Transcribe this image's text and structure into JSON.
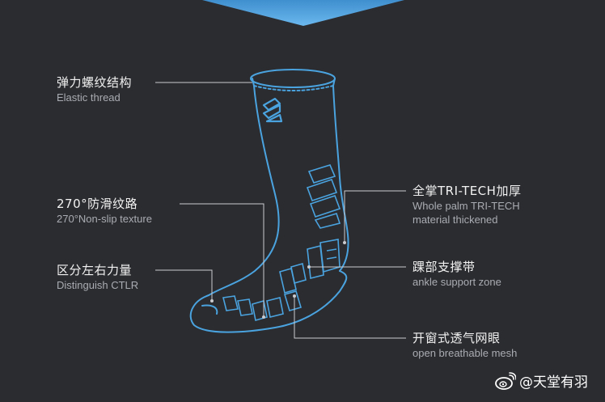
{
  "colors": {
    "background": "#2b2c30",
    "outline": "#4aa3df",
    "banner": "#5aaee6",
    "text_primary": "#f2f2f2",
    "text_secondary": "#a9acb2"
  },
  "labels": {
    "elastic": {
      "cn": "弹力螺纹结构",
      "en": "Elastic thread"
    },
    "nonslip": {
      "cn": "270°防滑纹路",
      "en": "270°Non-slip texture"
    },
    "ctlr": {
      "cn": "区分左右力量",
      "en": "Distinguish CTLR"
    },
    "tritech": {
      "cn": "全掌TRI-TECH加厚",
      "en_line1": "Whole palm TRI-TECH",
      "en_line2": "material thickened"
    },
    "ankle": {
      "cn": "踝部支撑带",
      "en": "ankle support zone"
    },
    "mesh": {
      "cn": "开窗式透气网眼",
      "en": "open breathable mesh"
    }
  },
  "watermark": {
    "text": "@天堂有羽",
    "icon": "weibo-icon"
  }
}
